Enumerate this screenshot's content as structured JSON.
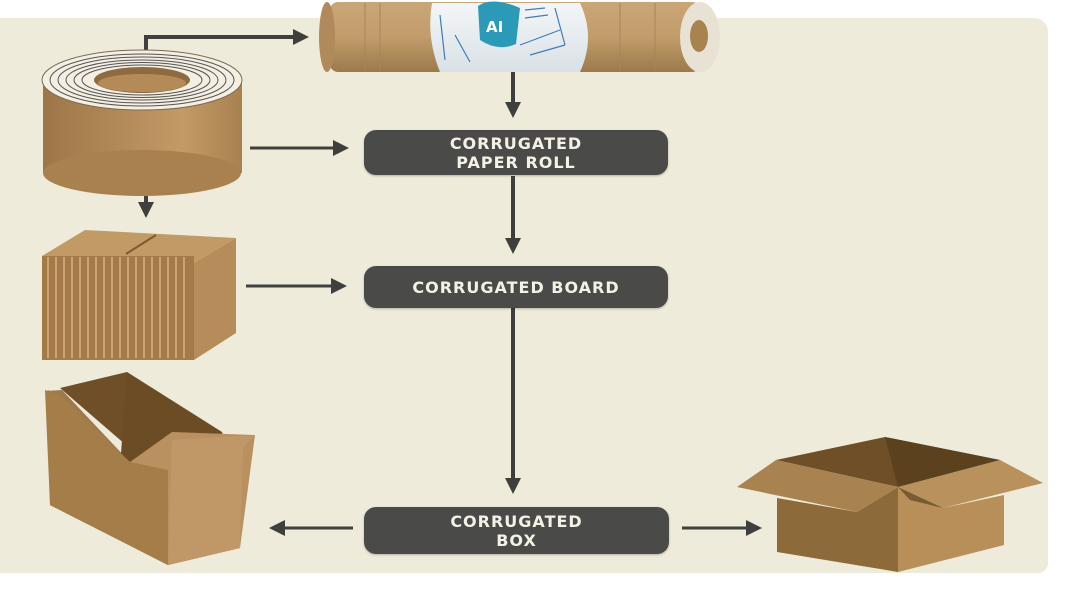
{
  "diagram": {
    "title": "Corrugated packaging production flow",
    "nodes": [
      {
        "id": "paper-roll",
        "lines": [
          "CORRUGATED",
          "PAPER ROLL"
        ]
      },
      {
        "id": "board",
        "lines": [
          "CORRUGATED BOARD"
        ]
      },
      {
        "id": "box",
        "lines": [
          "CORRUGATED",
          "BOX"
        ]
      }
    ],
    "illustrations": [
      {
        "id": "raw-paper-reel",
        "description": "Wound kraft paper reel"
      },
      {
        "id": "labeled-paper-roll",
        "description": "Kraft paper roll with blue and white label",
        "label_logo": "AI"
      },
      {
        "id": "corrugated-block",
        "description": "Stacked corrugated board block"
      },
      {
        "id": "tall-open-box",
        "description": "Tall open cardboard box"
      },
      {
        "id": "wide-open-box",
        "description": "Wide open cardboard box"
      }
    ],
    "edges": [
      {
        "from": "raw-paper-reel",
        "to": "labeled-paper-roll"
      },
      {
        "from": "labeled-paper-roll",
        "to": "paper-roll"
      },
      {
        "from": "raw-paper-reel",
        "to": "paper-roll"
      },
      {
        "from": "raw-paper-reel",
        "to": "corrugated-block"
      },
      {
        "from": "corrugated-block",
        "to": "board"
      },
      {
        "from": "paper-roll",
        "to": "board"
      },
      {
        "from": "board",
        "to": "box"
      },
      {
        "from": "box",
        "to": "tall-open-box"
      },
      {
        "from": "box",
        "to": "wide-open-box"
      }
    ]
  },
  "colors": {
    "background": "#efebda",
    "node_fill": "#4a4a48",
    "node_text": "#f4f1e6",
    "arrow": "#3f3f3d",
    "kraft": "#b8925f",
    "kraft_dark": "#7a5a33",
    "label_blue": "#2a9ab8"
  }
}
